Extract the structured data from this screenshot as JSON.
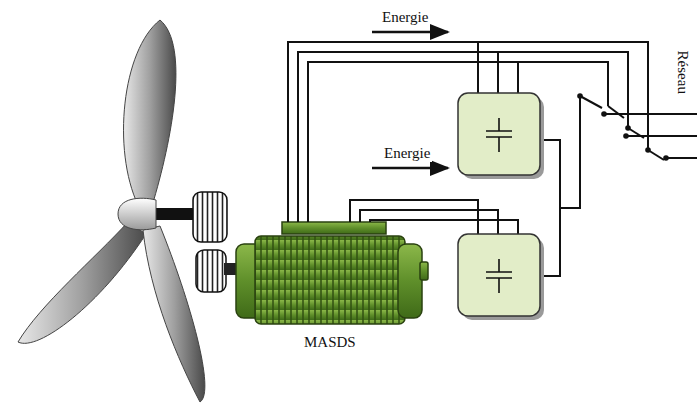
{
  "diagram": {
    "nodes": [
      {
        "text": [
          "MASDS"
        ]
      }
    ],
    "labels": [
      "Energie",
      "Energie",
      "Réseau"
    ]
  }
}
